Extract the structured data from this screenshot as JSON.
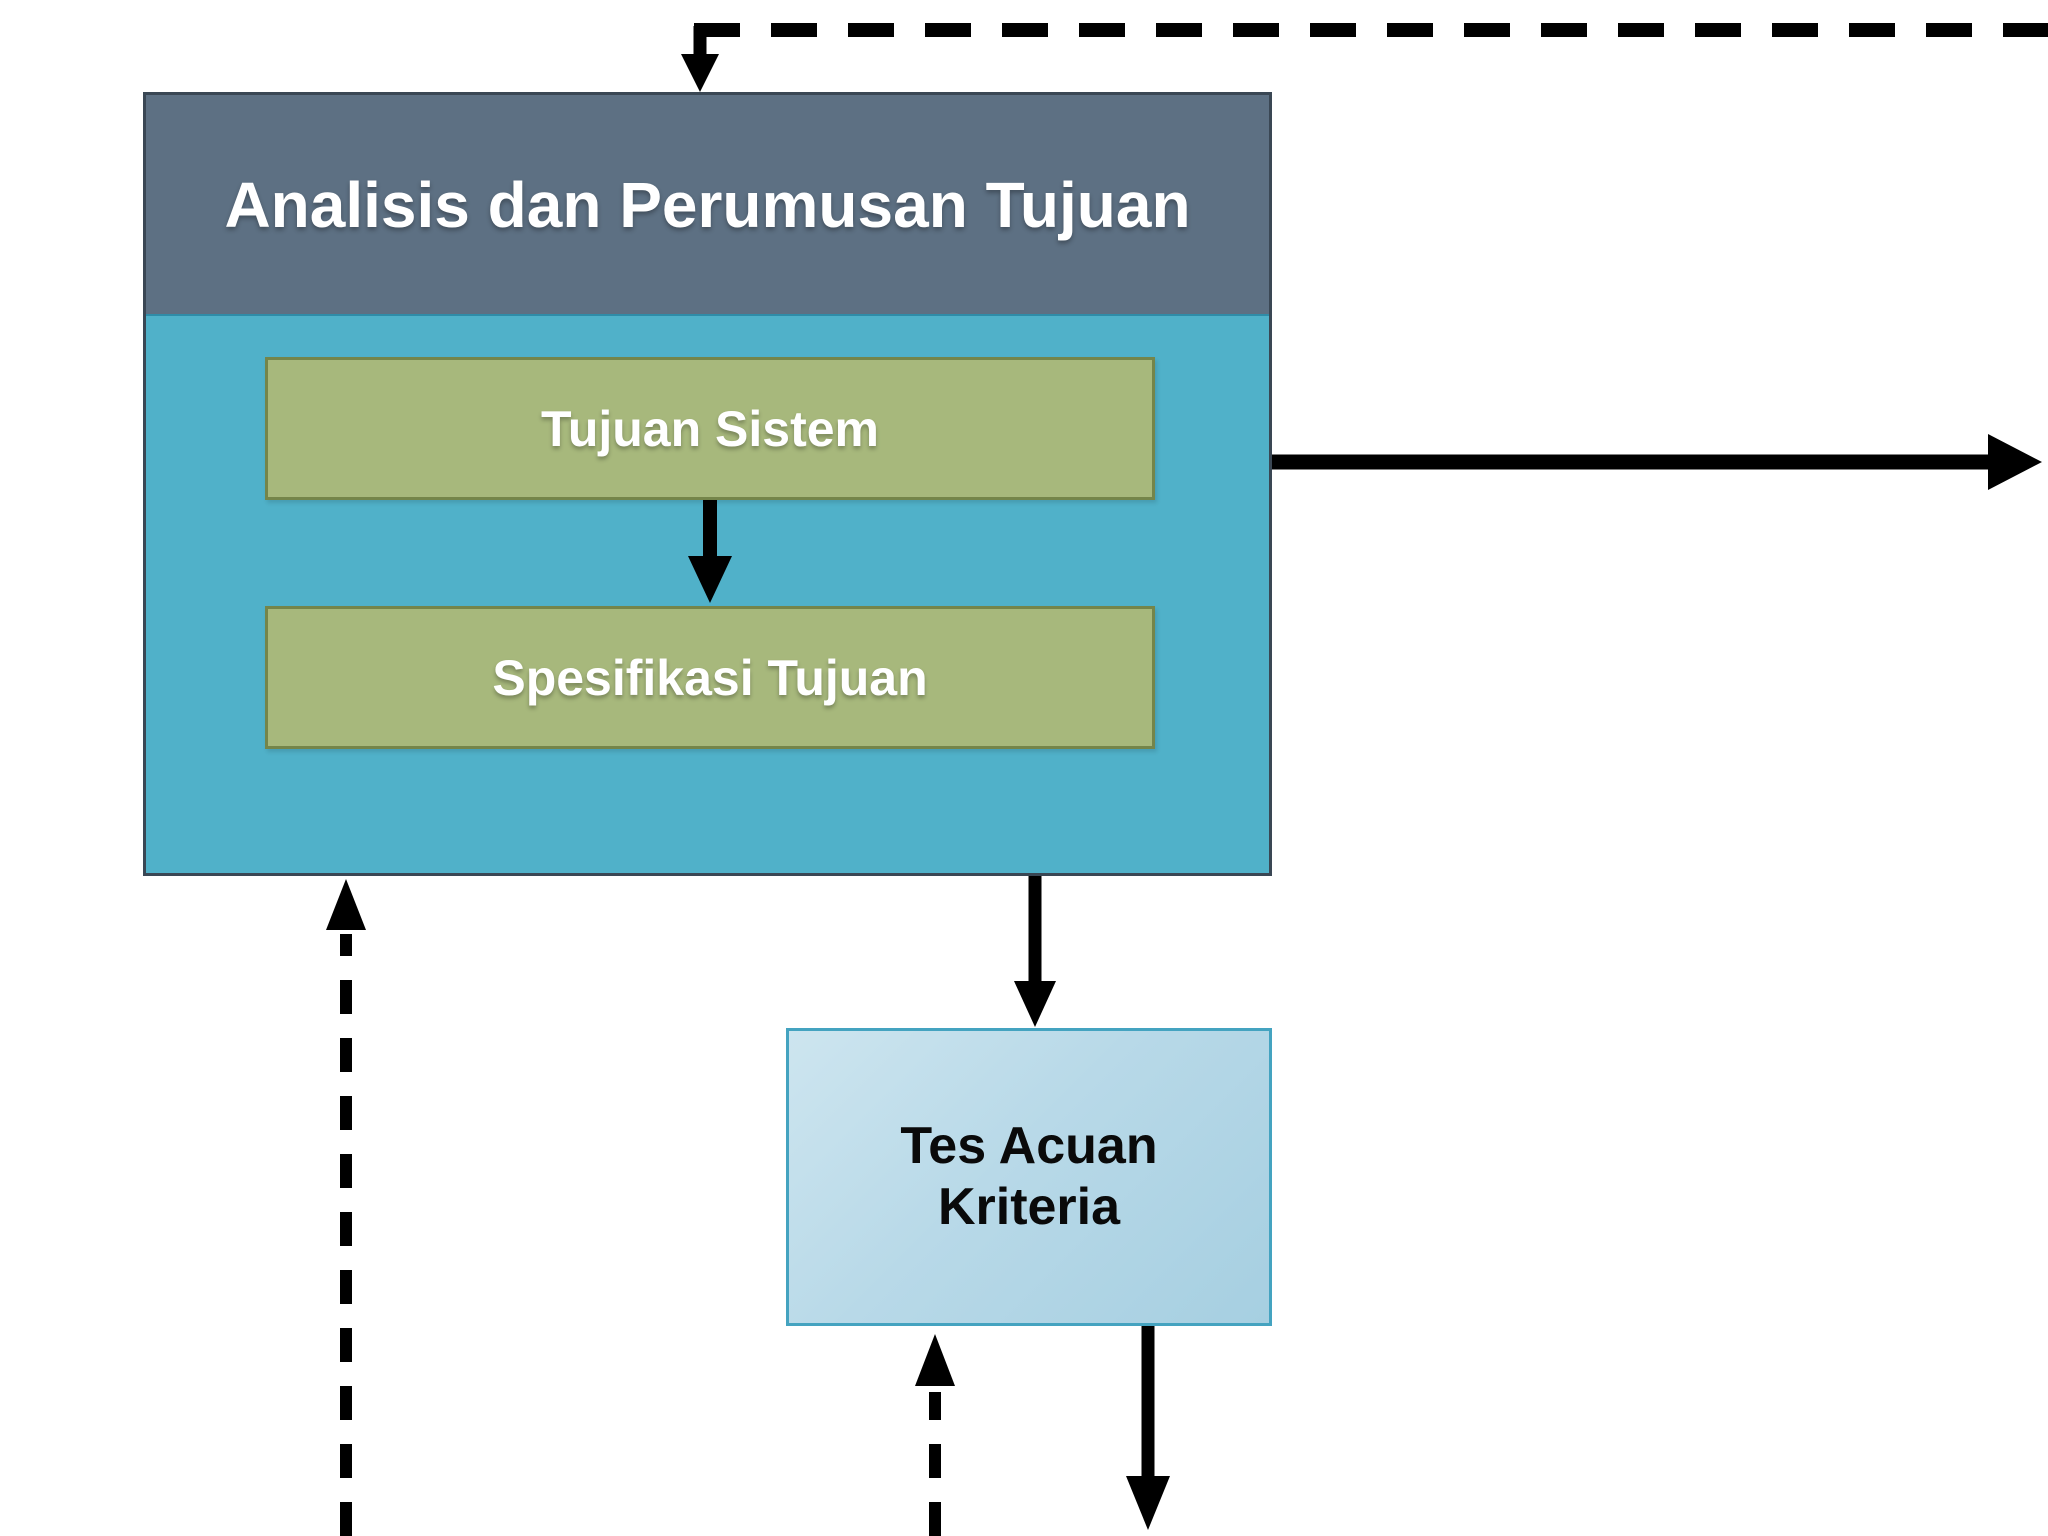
{
  "diagram": {
    "type": "flowchart",
    "background": "#ffffff",
    "colors": {
      "container_border": "#3a4754",
      "header_fill": "#5d7083",
      "body_fill": "#50b1c9",
      "body_border": "#2f8ca8",
      "olive_fill": "#a7b87c",
      "olive_border": "#74854a",
      "tes_fill": "#b5d8e7",
      "tes_border": "#44a3c0",
      "arrow_color": "#000000",
      "text_light": "#ffffff",
      "text_dark": "#0a0a0a"
    },
    "nodes": {
      "analisis": {
        "title": "Analisis dan Perumusan Tujuan"
      },
      "tujuan_sistem": {
        "label": "Tujuan Sistem"
      },
      "spesifikasi_tujuan": {
        "label": "Spesifikasi Tujuan"
      },
      "tes_acuan_kriteria": {
        "label_line1": "Tes Acuan",
        "label_line2": "Kriteria"
      }
    },
    "connectors": [
      {
        "name": "feedback-top-dashed",
        "style": "dashed",
        "from": "off-screen-right",
        "to": "analisis-top"
      },
      {
        "name": "tujuan-sistem-to-right",
        "style": "solid",
        "from": "analisis-right",
        "to": "off-screen-right"
      },
      {
        "name": "tujuan-sistem-to-spesifikasi",
        "style": "solid",
        "from": "tujuan-sistem",
        "to": "spesifikasi-tujuan"
      },
      {
        "name": "analisis-to-tes-acuan",
        "style": "solid",
        "from": "analisis-bottom",
        "to": "tes-acuan-top"
      },
      {
        "name": "feedback-left-dashed",
        "style": "dashed",
        "from": "off-screen-bottom",
        "to": "analisis-bottom"
      },
      {
        "name": "feedback-to-tes-dashed",
        "style": "dashed",
        "from": "off-screen-bottom",
        "to": "tes-acuan-bottom"
      },
      {
        "name": "tes-acuan-to-bottom",
        "style": "solid",
        "from": "tes-acuan-bottom",
        "to": "off-screen-bottom"
      }
    ]
  }
}
